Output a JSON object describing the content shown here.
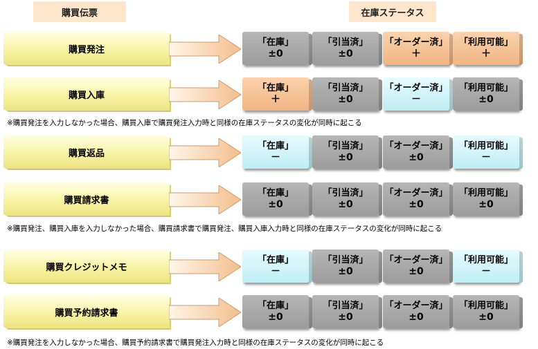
{
  "headers": {
    "left": "購買伝票",
    "right": "在庫ステータス"
  },
  "colors": {
    "gray": "#a9a9a9",
    "orange": "#f5c49a",
    "cyan": "#d2f4f8",
    "doc": "#f7f3a4"
  },
  "rows": [
    {
      "label": "購買発注",
      "statuses": [
        {
          "name": "「在庫」",
          "change": "±0",
          "tone": "gray"
        },
        {
          "name": "「引当済」",
          "change": "±0",
          "tone": "gray"
        },
        {
          "name": "「オーダー済」",
          "change": "＋",
          "tone": "orange"
        },
        {
          "name": "「利用可能」",
          "change": "＋",
          "tone": "orange"
        }
      ]
    },
    {
      "label": "購買入庫",
      "statuses": [
        {
          "name": "「在庫」",
          "change": "＋",
          "tone": "orange"
        },
        {
          "name": "「引当済」",
          "change": "±0",
          "tone": "gray"
        },
        {
          "name": "「オーダー済」",
          "change": "－",
          "tone": "cyan"
        },
        {
          "name": "「利用可能」",
          "change": "±0",
          "tone": "gray"
        }
      ]
    },
    {
      "label": "購買返品",
      "statuses": [
        {
          "name": "「在庫」",
          "change": "－",
          "tone": "cyan"
        },
        {
          "name": "「引当済」",
          "change": "±0",
          "tone": "gray"
        },
        {
          "name": "「オーダー済」",
          "change": "±0",
          "tone": "gray"
        },
        {
          "name": "「利用可能」",
          "change": "－",
          "tone": "cyan"
        }
      ]
    },
    {
      "label": "購買請求書",
      "statuses": [
        {
          "name": "「在庫」",
          "change": "±0",
          "tone": "gray"
        },
        {
          "name": "「引当済」",
          "change": "±0",
          "tone": "gray"
        },
        {
          "name": "「オーダー済」",
          "change": "±0",
          "tone": "gray"
        },
        {
          "name": "「利用可能」",
          "change": "±0",
          "tone": "gray"
        }
      ]
    },
    {
      "label": "購買クレジットメモ",
      "statuses": [
        {
          "name": "「在庫」",
          "change": "－",
          "tone": "cyan"
        },
        {
          "name": "「引当済」",
          "change": "±0",
          "tone": "gray"
        },
        {
          "name": "「オーダー済」",
          "change": "±0",
          "tone": "gray"
        },
        {
          "name": "「利用可能」",
          "change": "－",
          "tone": "cyan"
        }
      ]
    },
    {
      "label": "購買予約請求書",
      "statuses": [
        {
          "name": "「在庫」",
          "change": "±0",
          "tone": "gray"
        },
        {
          "name": "「引当済」",
          "change": "±0",
          "tone": "gray"
        },
        {
          "name": "「オーダー済」",
          "change": "±0",
          "tone": "gray"
        },
        {
          "name": "「利用可能」",
          "change": "±0",
          "tone": "gray"
        }
      ]
    }
  ],
  "notes": [
    "※購買発注を入力しなかった場合、購買入庫で購買発注入力時と同様の在庫ステータスの変化が同時に起こる",
    "※購買発注、購買入庫を入力しなかった場合、購買請求書で購買発注、購買入庫入力時と同様の在庫ステータスの変化が同時に起こる",
    "※購買発注を入力しなかった場合、購買予約請求書で購買発注入力時と同様の在庫ステータスの変化が同時に起こる"
  ]
}
